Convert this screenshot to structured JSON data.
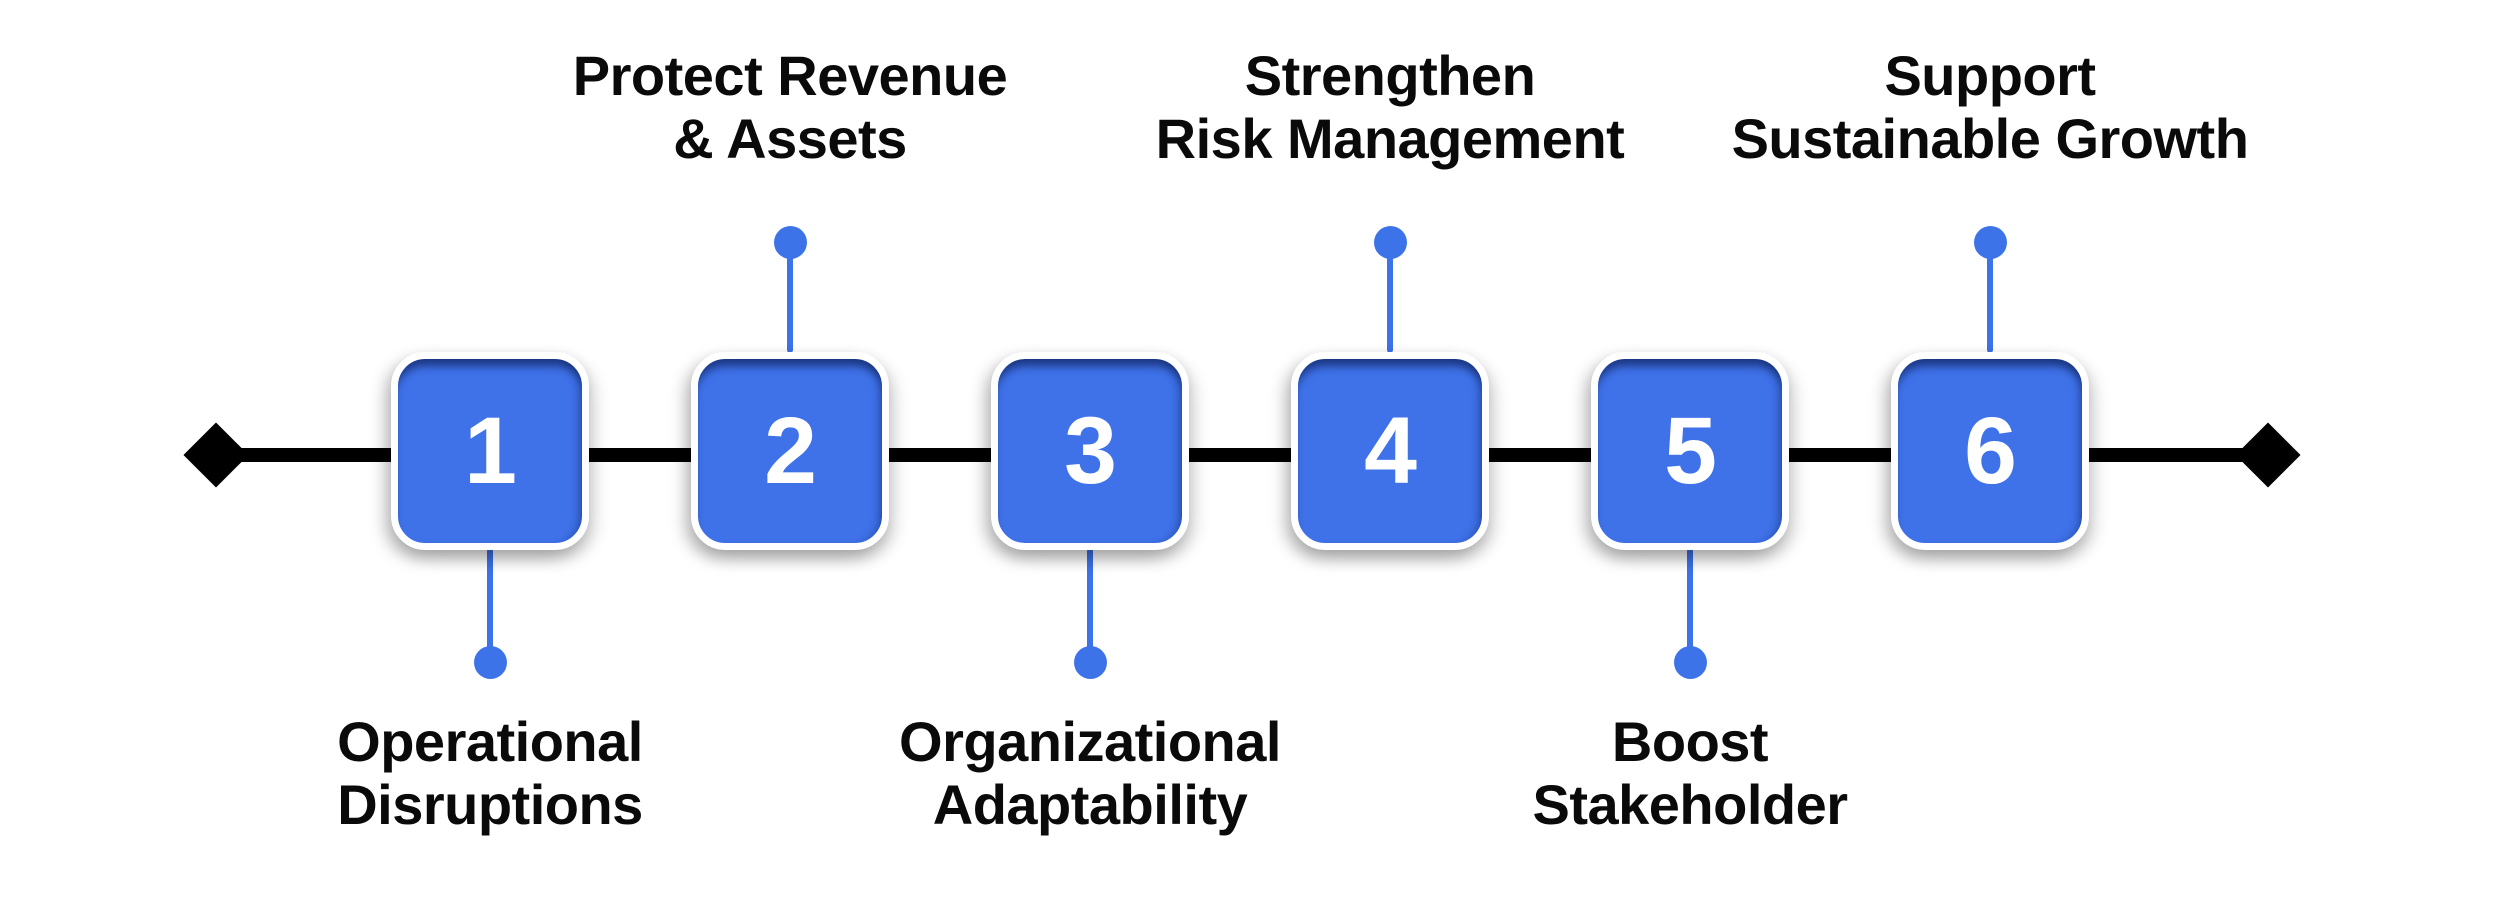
{
  "colors": {
    "background": "#ffffff",
    "timeline_line": "#000000",
    "endpoint_diamond": "#000000",
    "step_box_fill": "#3F72E9",
    "step_box_inner_shadow": "#152D70",
    "step_box_border": "#ffffff",
    "connector_blue": "#3C73E9",
    "step_number_text": "#ffffff",
    "label_text": "#0a0a0a"
  },
  "timeline": {
    "left_endpoint": "diamond",
    "right_endpoint": "diamond"
  },
  "steps": [
    {
      "number": "1",
      "label_position": "below",
      "label_lines": [
        "Operational",
        "Disruptions"
      ]
    },
    {
      "number": "2",
      "label_position": "above",
      "label_lines": [
        "Protect Revenue",
        "& Assets"
      ]
    },
    {
      "number": "3",
      "label_position": "below",
      "label_lines": [
        "Organizational",
        "Adaptability"
      ]
    },
    {
      "number": "4",
      "label_position": "above",
      "label_lines": [
        "Strengthen",
        "Risk Management"
      ]
    },
    {
      "number": "5",
      "label_position": "below",
      "label_lines": [
        "Boost",
        "Stakeholder"
      ]
    },
    {
      "number": "6",
      "label_position": "above",
      "label_lines": [
        "Support",
        "Sustainable Growth"
      ]
    }
  ]
}
